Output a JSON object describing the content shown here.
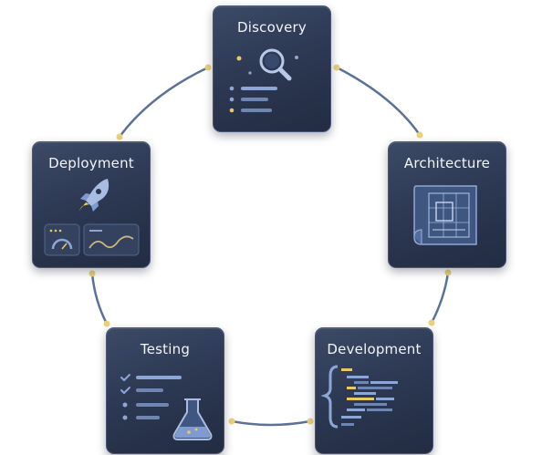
{
  "stages": [
    {
      "id": "discovery",
      "label": "Discovery",
      "icon": "magnifier-icon"
    },
    {
      "id": "architecture",
      "label": "Architecture",
      "icon": "blueprint-icon"
    },
    {
      "id": "development",
      "label": "Development",
      "icon": "code-braces-icon"
    },
    {
      "id": "testing",
      "label": "Testing",
      "icon": "flask-icon"
    },
    {
      "id": "deployment",
      "label": "Deployment",
      "icon": "rocket-icon"
    }
  ],
  "colors": {
    "card_bg": "#2b3650",
    "ring": "#5b7199",
    "node": "#e8d27a",
    "accent_yellow": "#e8c96a",
    "accent_blue": "#8ea6d6",
    "title": "#f1f4fa"
  }
}
